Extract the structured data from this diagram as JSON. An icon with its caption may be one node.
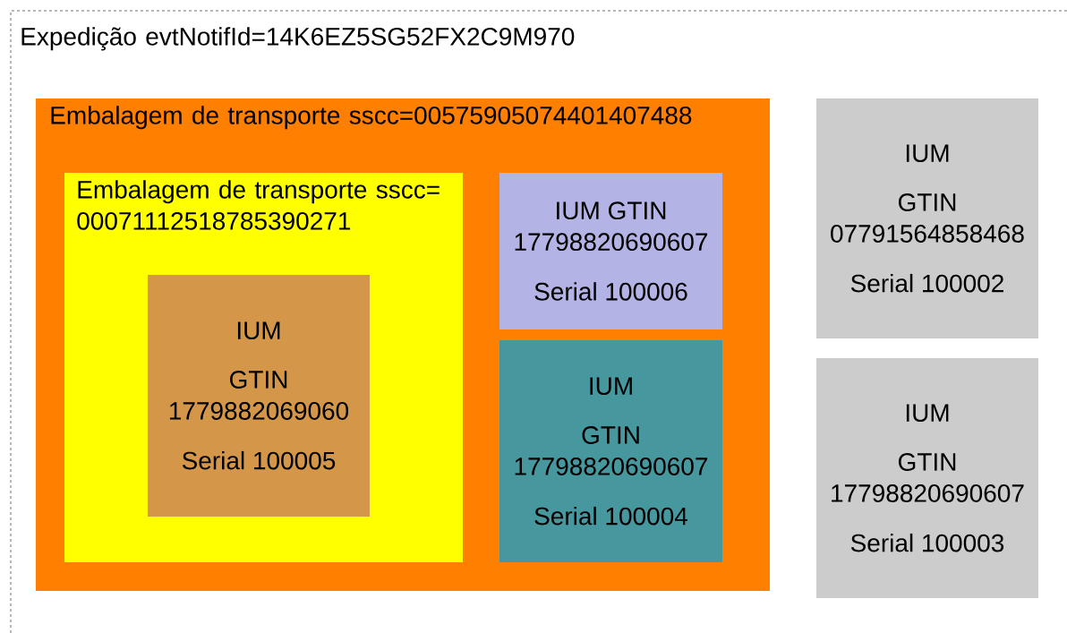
{
  "diagram": {
    "nodes": [
      {
        "text": [
          "Expedição evtNotifId=14K6EZ5SG52FX2C9M970"
        ]
      },
      {
        "text": [
          "Embalagem de transporte sscc=00575905074401407488"
        ],
        "in": 0
      },
      {
        "text": [
          "Embalagem de transporte sscc= 00071112518785390271"
        ],
        "in": 1
      },
      {
        "text": [
          "IUM",
          "GTIN 1779882069060",
          "Serial 100005"
        ],
        "in": 2
      },
      {
        "text": [
          "IUM GTIN 17798820690607",
          "Serial 100006"
        ],
        "in": 1
      },
      {
        "text": [
          "IUM",
          "GTIN 17798820690607",
          "Serial 100004"
        ],
        "in": 1
      },
      {
        "text": [
          "IUM",
          "GTIN 07791564858468",
          "Serial 100002"
        ],
        "in": 0
      },
      {
        "text": [
          "IUM",
          "GTIN 17798820690607",
          "Serial 100003"
        ],
        "in": 0
      }
    ]
  }
}
